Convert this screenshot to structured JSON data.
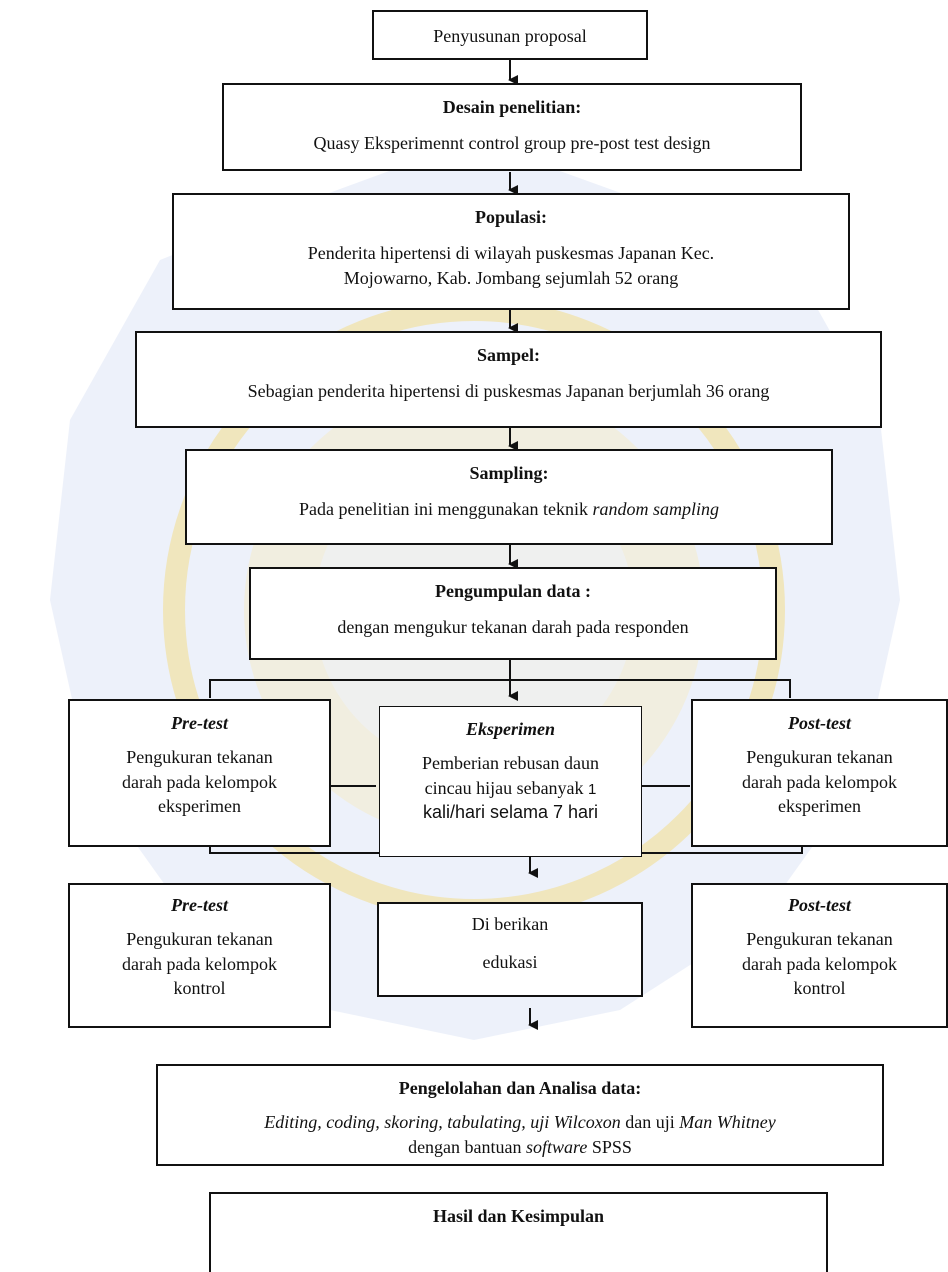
{
  "proposal": {
    "label": "Penyusunan proposal"
  },
  "desain": {
    "title": "Desain penelitian:",
    "body": "Quasy Eksperimennt control group pre-post test design"
  },
  "populasi": {
    "title": "Populasi:",
    "body_line1": "Penderita hipertensi di wilayah puskesmas Japanan Kec.",
    "body_line2": "Mojowarno, Kab. Jombang sejumlah 52 orang"
  },
  "sampel": {
    "title": "Sampel:",
    "body": "Sebagian penderita hipertensi di puskesmas Japanan berjumlah 36 orang"
  },
  "sampling": {
    "title": "Sampling:",
    "body_prefix": "Pada penelitian ini menggunakan teknik ",
    "body_italic": "random sampling"
  },
  "pengumpulan": {
    "title": "Pengumpulan data :",
    "body": "dengan mengukur tekanan darah pada responden"
  },
  "pre_eksperimen": {
    "title": "Pre-test",
    "line1": "Pengukuran tekanan",
    "line2": "darah pada kelompok",
    "line3": "eksperimen"
  },
  "eksperimen": {
    "title": "Eksperimen",
    "line1": "Pemberian rebusan daun",
    "line2": "cincau hijau sebanyak",
    "line2_sans": "1",
    "line3": "kali/hari selama 7 hari"
  },
  "post_eksperimen": {
    "title": "Post-test",
    "line1": "Pengukuran tekanan",
    "line2": "darah pada kelompok",
    "line3": "eksperimen"
  },
  "pre_kontrol": {
    "title": "Pre-test",
    "line1": "Pengukuran tekanan",
    "line2": "darah pada kelompok",
    "line3": "kontrol"
  },
  "edukasi": {
    "line1": "Di berikan",
    "line2": "edukasi"
  },
  "post_kontrol": {
    "title": "Post-test",
    "line1": "Pengukuran tekanan",
    "line2": "darah pada kelompok",
    "line3": "kontrol"
  },
  "pengelolahan": {
    "title": "Pengelolahan dan Analisa data:",
    "l1_a": "Editing, coding, skoring, tabulating, ",
    "l1_b": "uji Wilcoxon",
    "l1_c": " dan uji ",
    "l1_d": "Man Whitney",
    "l2_a": "dengan bantuan ",
    "l2_b": "software",
    "l2_c": " SPSS"
  },
  "hasil": {
    "title": "Hasil dan Kesimpulan"
  },
  "colors": {
    "watermark": "#f2dd8a",
    "watermark_blue": "#c9d4ec",
    "line": "#111111"
  }
}
